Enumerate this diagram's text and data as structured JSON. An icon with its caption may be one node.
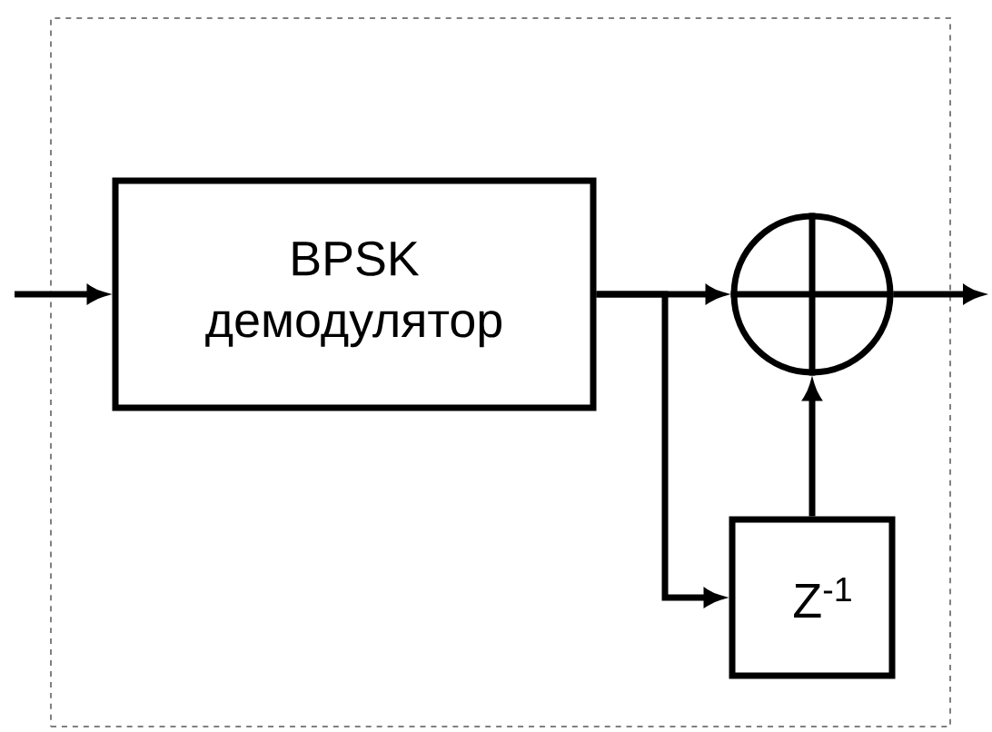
{
  "diagram": {
    "nodes": [
      {
        "text": [],
        "shape": "box"
      },
      {
        "text": [
          "BPSK демодулятор"
        ],
        "in": 0
      },
      {
        "text": [],
        "shape": "circle",
        "in": 0
      },
      {
        "text": [
          "Z$^{-1}$"
        ],
        "in": 0
      }
    ],
    "edges": [
      {
        "from": null,
        "to": 1,
        "arrow": "to"
      },
      {
        "from": 1,
        "to": 2,
        "arrow": "to"
      },
      {
        "from": 1,
        "to": 3,
        "arrow": "to"
      },
      {
        "from": 3,
        "to": 2,
        "arrow": "to"
      },
      {
        "from": 2,
        "to": null,
        "arrow": "to"
      }
    ]
  }
}
